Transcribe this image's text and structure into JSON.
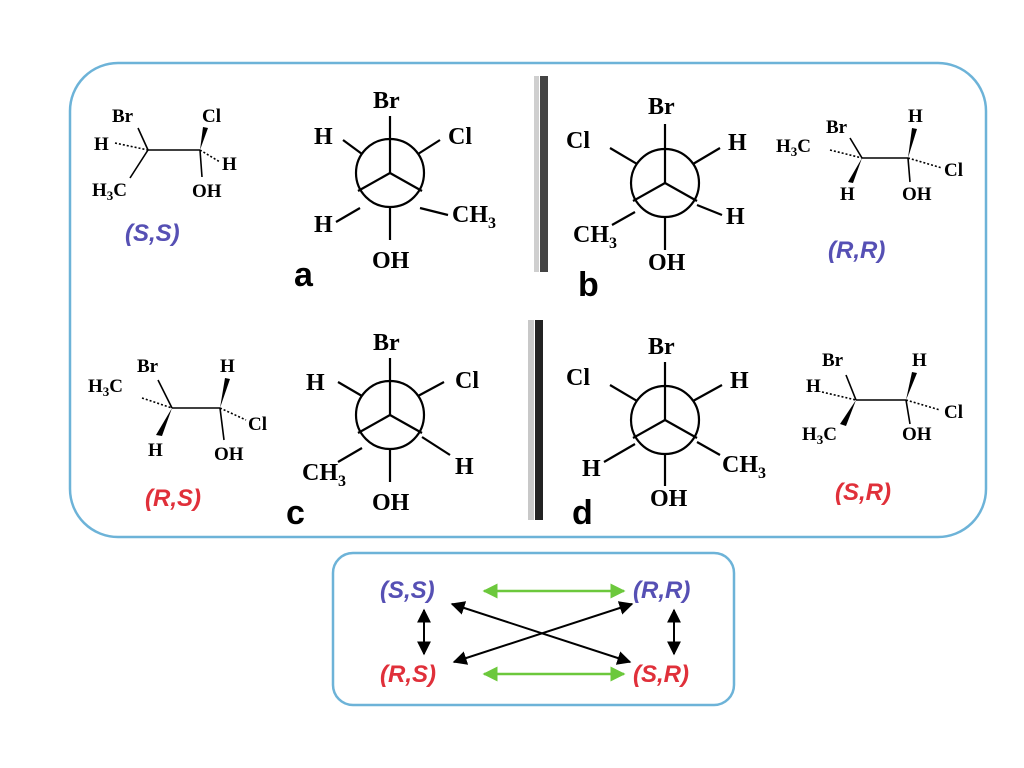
{
  "colors": {
    "frame": "#6db3d8",
    "blue_label": "#5650b4",
    "red_label": "#e0303a",
    "green_arrow": "#6cc83c"
  },
  "labels": {
    "SS": "(S,S)",
    "RR": "(R,R)",
    "RS": "(R,S)",
    "SR": "(S,R)"
  },
  "letters": {
    "a": "a",
    "b": "b",
    "c": "c",
    "d": "d"
  },
  "atoms": {
    "Br": "Br",
    "Cl": "Cl",
    "H": "H",
    "OH": "OH",
    "CH3_main": "CH",
    "CH3_sub": "3",
    "H3C_main": "H",
    "H3C_sub": "3",
    "H3C_tail": "C"
  }
}
